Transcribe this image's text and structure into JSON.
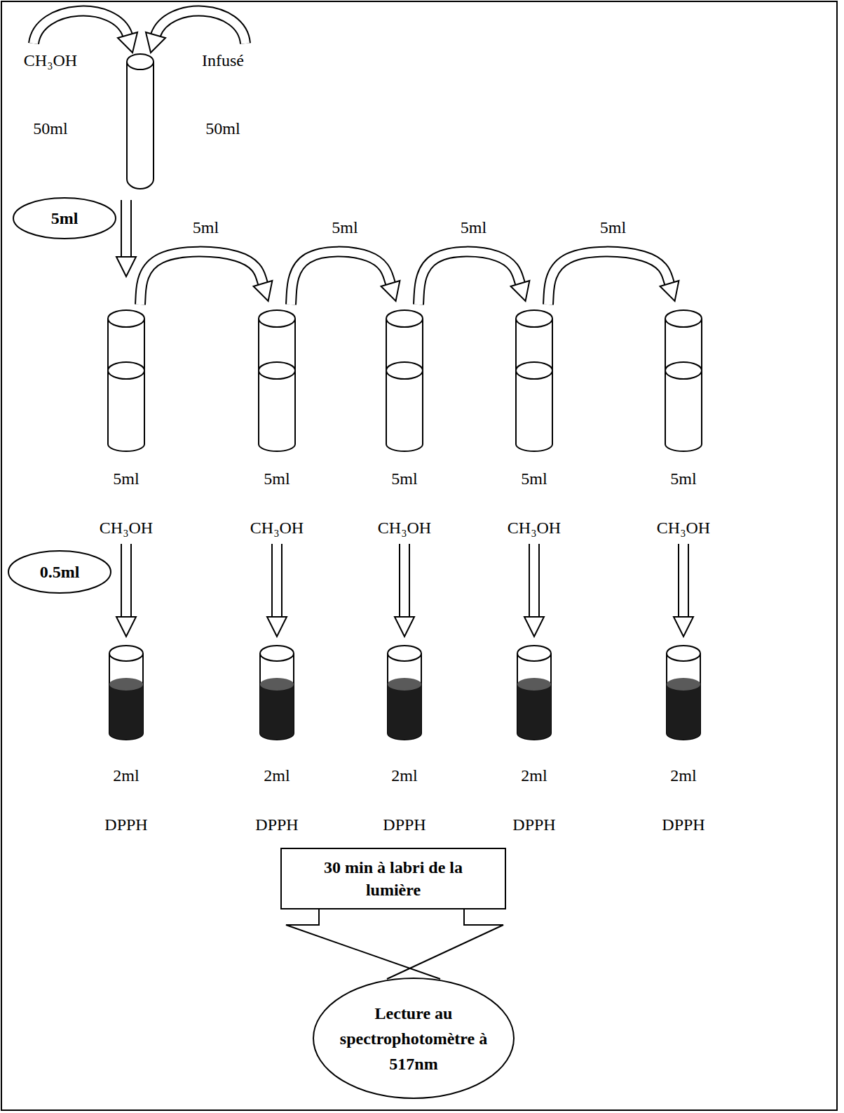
{
  "diagram": {
    "nodes": [
      {
        "text": [
          "5ml"
        ]
      },
      {
        "text": [
          "5ml",
          "CH₃OH"
        ]
      },
      {
        "text": [
          "5ml",
          "CH₃OH"
        ]
      },
      {
        "text": [
          "5ml",
          "CH₃OH"
        ]
      },
      {
        "text": [
          "5ml",
          "CH₃OH"
        ]
      },
      {
        "text": [
          "5ml",
          "CH₃OH"
        ]
      },
      {
        "text": [
          "0.5ml"
        ]
      },
      {
        "text": [
          "2ml",
          "DPPH"
        ]
      },
      {
        "text": [
          "2ml",
          "DPPH"
        ]
      },
      {
        "text": [
          "2ml",
          "DPPH"
        ]
      },
      {
        "text": [
          "2ml",
          "DPPH"
        ]
      },
      {
        "text": [
          "2ml",
          "DPPH"
        ]
      },
      {
        "text": [
          "30 min à labri de la lumière"
        ]
      },
      {
        "text": [
          "Lecture au spectrophotomètre à 517nm"
        ]
      }
    ],
    "edges": [
      {
        "from": 1,
        "to": 2,
        "label": "5ml",
        "arrow": "to"
      },
      {
        "from": 2,
        "to": 3,
        "label": "5ml",
        "arrow": "to"
      },
      {
        "from": 3,
        "to": 4,
        "label": "5ml",
        "arrow": "to"
      },
      {
        "from": 4,
        "to": 5,
        "label": "5ml",
        "arrow": "to"
      },
      {
        "from": 1,
        "to": 7,
        "arrow": "to"
      },
      {
        "from": 2,
        "to": 8,
        "arrow": "to"
      },
      {
        "from": 3,
        "to": 9,
        "arrow": "to"
      },
      {
        "from": 4,
        "to": 10,
        "arrow": "to"
      },
      {
        "from": 5,
        "to": 11,
        "arrow": "to"
      },
      {
        "from": 12,
        "to": 13,
        "arrow": "to"
      }
    ],
    "labels": [
      "CH₃OH",
      "50ml",
      "Infusé",
      "50ml"
    ]
  }
}
